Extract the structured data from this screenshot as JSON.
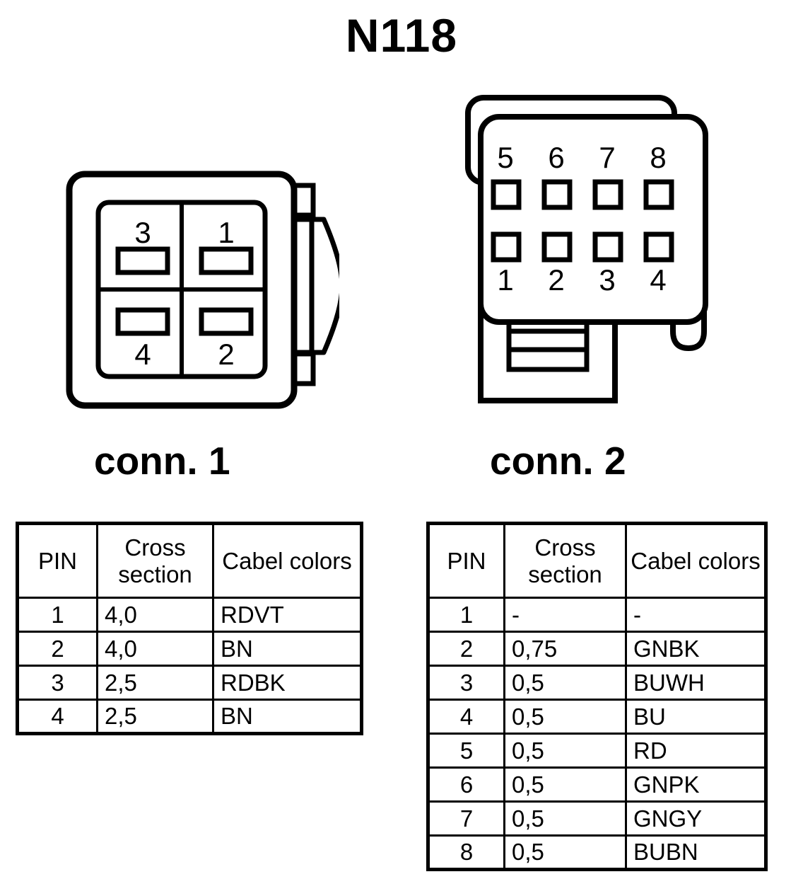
{
  "title": "N118",
  "connectors": [
    {
      "id": "conn1",
      "label": "conn. 1",
      "pin_count": 4,
      "layout": "2x2",
      "pin_numbers_top": [
        "3",
        "1"
      ],
      "pin_numbers_bottom": [
        "4",
        "2"
      ]
    },
    {
      "id": "conn2",
      "label": "conn. 2",
      "pin_count": 8,
      "layout": "4x2",
      "pin_numbers_top": [
        "5",
        "6",
        "7",
        "8"
      ],
      "pin_numbers_bottom": [
        "1",
        "2",
        "3",
        "4"
      ]
    }
  ],
  "tables": {
    "conn1": {
      "headers": [
        "PIN",
        "Cross section",
        "Cabel colors"
      ],
      "rows": [
        {
          "pin": "1",
          "cross_section": "4,0",
          "cabel_colors": "RDVT"
        },
        {
          "pin": "2",
          "cross_section": "4,0",
          "cabel_colors": "BN"
        },
        {
          "pin": "3",
          "cross_section": "2,5",
          "cabel_colors": "RDBK"
        },
        {
          "pin": "4",
          "cross_section": "2,5",
          "cabel_colors": "BN"
        }
      ]
    },
    "conn2": {
      "headers": [
        "PIN",
        "Cross section",
        "Cabel colors"
      ],
      "rows": [
        {
          "pin": "1",
          "cross_section": "-",
          "cabel_colors": "-"
        },
        {
          "pin": "2",
          "cross_section": "0,75",
          "cabel_colors": "GNBK"
        },
        {
          "pin": "3",
          "cross_section": "0,5",
          "cabel_colors": "BUWH"
        },
        {
          "pin": "4",
          "cross_section": "0,5",
          "cabel_colors": "BU"
        },
        {
          "pin": "5",
          "cross_section": "0,5",
          "cabel_colors": "RD"
        },
        {
          "pin": "6",
          "cross_section": "0,5",
          "cabel_colors": "GNPK"
        },
        {
          "pin": "7",
          "cross_section": "0,5",
          "cabel_colors": "GNGY"
        },
        {
          "pin": "8",
          "cross_section": "0,5",
          "cabel_colors": "BUBN"
        }
      ]
    }
  },
  "colors": {
    "stroke": "#000000",
    "background": "#ffffff"
  }
}
